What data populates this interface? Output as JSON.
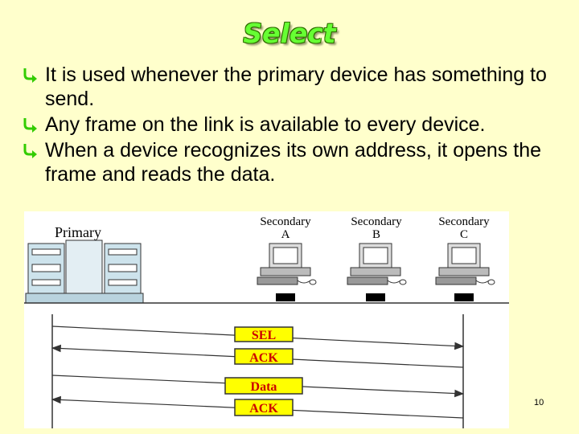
{
  "slide": {
    "title": "Select",
    "bullets": [
      "It is used whenever the primary device has something to send.",
      "Any frame on the link is available to every device.",
      "When a device recognizes its own address, it opens the frame and reads the data."
    ],
    "page_number": "10",
    "accent_color": "#66ff33",
    "bullet_color": "#33cc00",
    "background_color": "#ffffcc"
  },
  "diagram": {
    "primary_label": "Primary",
    "secondaries": [
      {
        "label": "Secondary",
        "letter": "A"
      },
      {
        "label": "Secondary",
        "letter": "B"
      },
      {
        "label": "Secondary",
        "letter": "C"
      }
    ],
    "frames": [
      {
        "label": "SEL",
        "direction": "to-secondary"
      },
      {
        "label": "ACK",
        "direction": "to-primary"
      },
      {
        "label": "Data",
        "direction": "to-secondary"
      },
      {
        "label": "ACK",
        "direction": "to-primary"
      }
    ],
    "frame_box_color": "#ffff00",
    "frame_text_color": "#cc0000"
  }
}
